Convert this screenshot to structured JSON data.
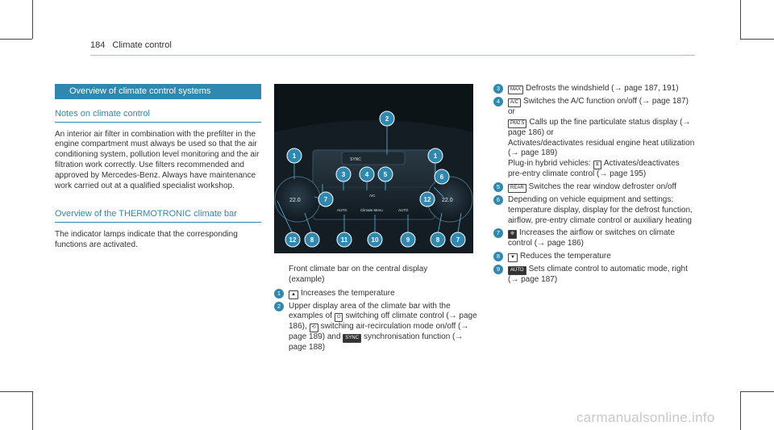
{
  "header": {
    "page_number": "184",
    "chapter": "Climate control"
  },
  "section_title": "Overview of climate control systems",
  "notes": {
    "heading": "Notes on climate control",
    "text": "An interior air filter in combination with the prefilter in the engine compartment must always be used so that the air conditioning system, pollution level monitoring and the air filtration work correctly. Use filters recommended and approved by Mercedes-Benz. Always have maintenance work carried out at a qualified specialist workshop."
  },
  "overview": {
    "heading": "Overview of the THERMOTRONIC climate bar",
    "text": "The indicator lamps indicate that the corresponding functions are activated."
  },
  "figure": {
    "sync_label": "SYNC",
    "ac_label": "A/C",
    "auto_left": "AUTO",
    "auto_right": "AUTO",
    "menu_label": "Climate Menu",
    "temp_left": "22.0",
    "temp_right": "22.0",
    "markers": {
      "m1": "1",
      "m2": "2",
      "m3": "3",
      "m4": "4",
      "m5": "5",
      "m6": "6",
      "m7": "7",
      "m8": "8",
      "m9": "9",
      "m10": "10",
      "m11": "11",
      "m12": "12"
    }
  },
  "caption": {
    "line1": "Front climate bar on the central display",
    "line2": "(example)"
  },
  "items": [
    {
      "n": "1",
      "key": "▲",
      "text": "Increases the temperature"
    },
    {
      "n": "2",
      "text": "Upper display area of the climate bar with the examples of",
      "key_a": "⏻",
      "text_b": "switching off climate control (→ page 186),",
      "key_b": "recirc",
      "text_c": "switching air-recirculation mode on/off (→ page 189) and",
      "key_c": "SYNC",
      "text_d": "synchronisation function (→ page 188)"
    },
    {
      "n": "3",
      "key": "MAX",
      "text": "Defrosts the windshield (→ page 187, 191)"
    },
    {
      "n": "4",
      "key": "A/C",
      "text": "Switches the A/C function on/off (→ page 187) or",
      "key2": "PM2.5",
      "text2": "Calls up the fine particulate status display (→ page 186) or",
      "text3": "Activates/deactivates residual engine heat utilization (→ page 189)",
      "text4a": "Plug-in hybrid vehicles:",
      "key4": "⧖",
      "text4b": "Activates/deactivates pre-entry climate control (→ page 195)"
    },
    {
      "n": "5",
      "key": "REAR",
      "text": "Switches the rear window defroster on/off"
    },
    {
      "n": "6",
      "text": "Depending on vehicle equipment and settings: temperature display, display for the defrost function, airflow, pre-entry climate control or auxiliary heating"
    },
    {
      "n": "7",
      "key": "❊",
      "text": "Increases the airflow or switches on climate control (→ page 186)"
    },
    {
      "n": "8",
      "key": "▼",
      "text": "Reduces the temperature"
    },
    {
      "n": "9",
      "key": "AUTO",
      "text": "Sets climate control to automatic mode, right (→ page 187)"
    }
  ],
  "watermark": "carmanualsonline.info",
  "colors": {
    "accent": "#2f88b0",
    "figure_bg": "#0d1418"
  }
}
